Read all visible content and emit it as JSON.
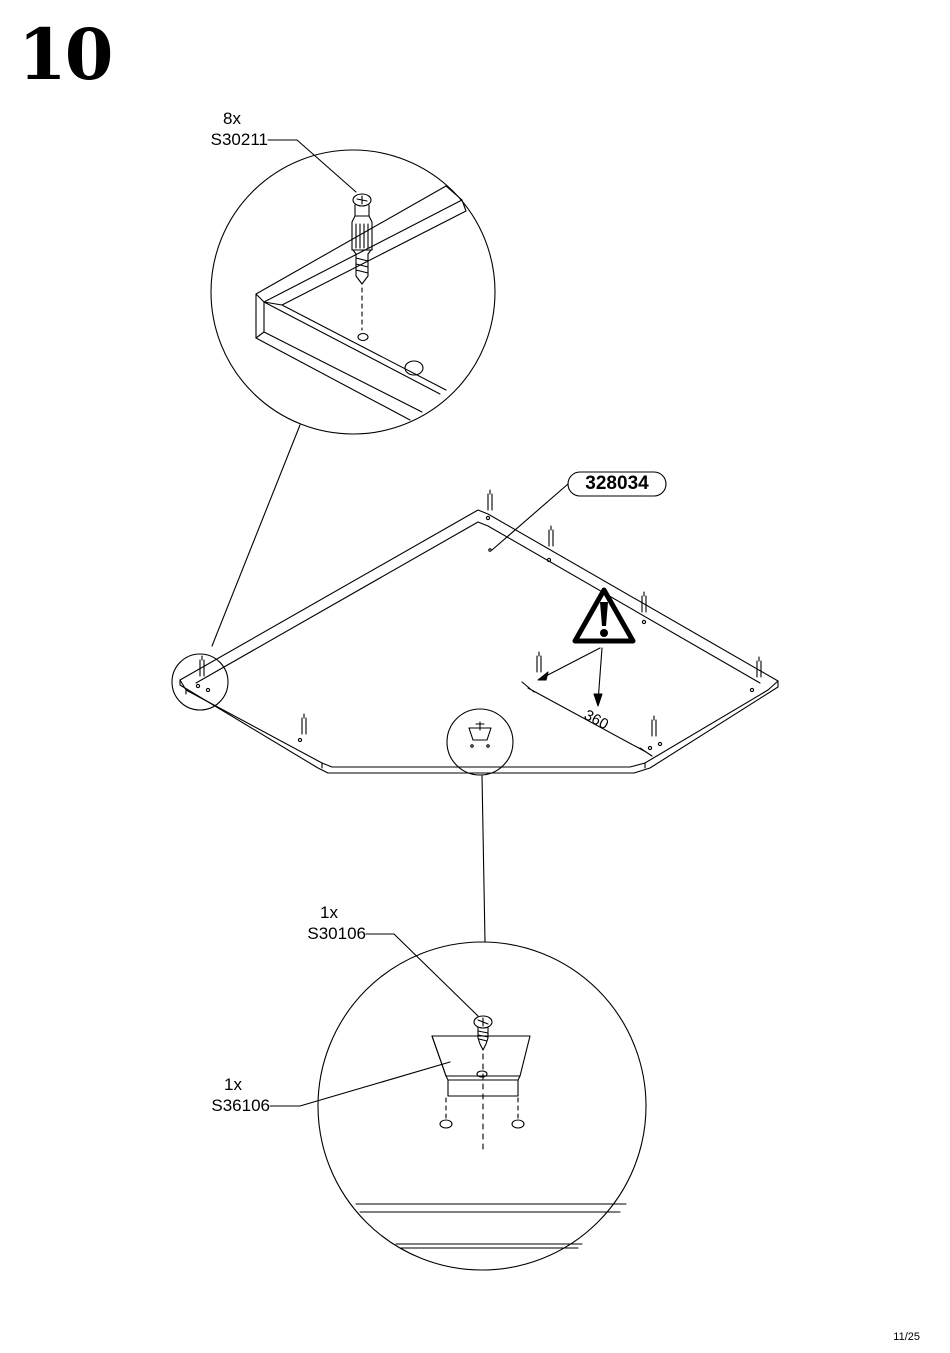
{
  "step": {
    "number": "10"
  },
  "top_detail": {
    "quantity": "8x",
    "part_code": "S30211"
  },
  "panel": {
    "part_label": "328034",
    "dimension": "360",
    "warning_icon": "warning-exclamation-icon"
  },
  "bottom_detail": {
    "screw": {
      "quantity": "1x",
      "part_code": "S30106"
    },
    "bracket": {
      "quantity": "1x",
      "part_code": "S36106"
    }
  },
  "footer": {
    "page_number": "11/25"
  }
}
